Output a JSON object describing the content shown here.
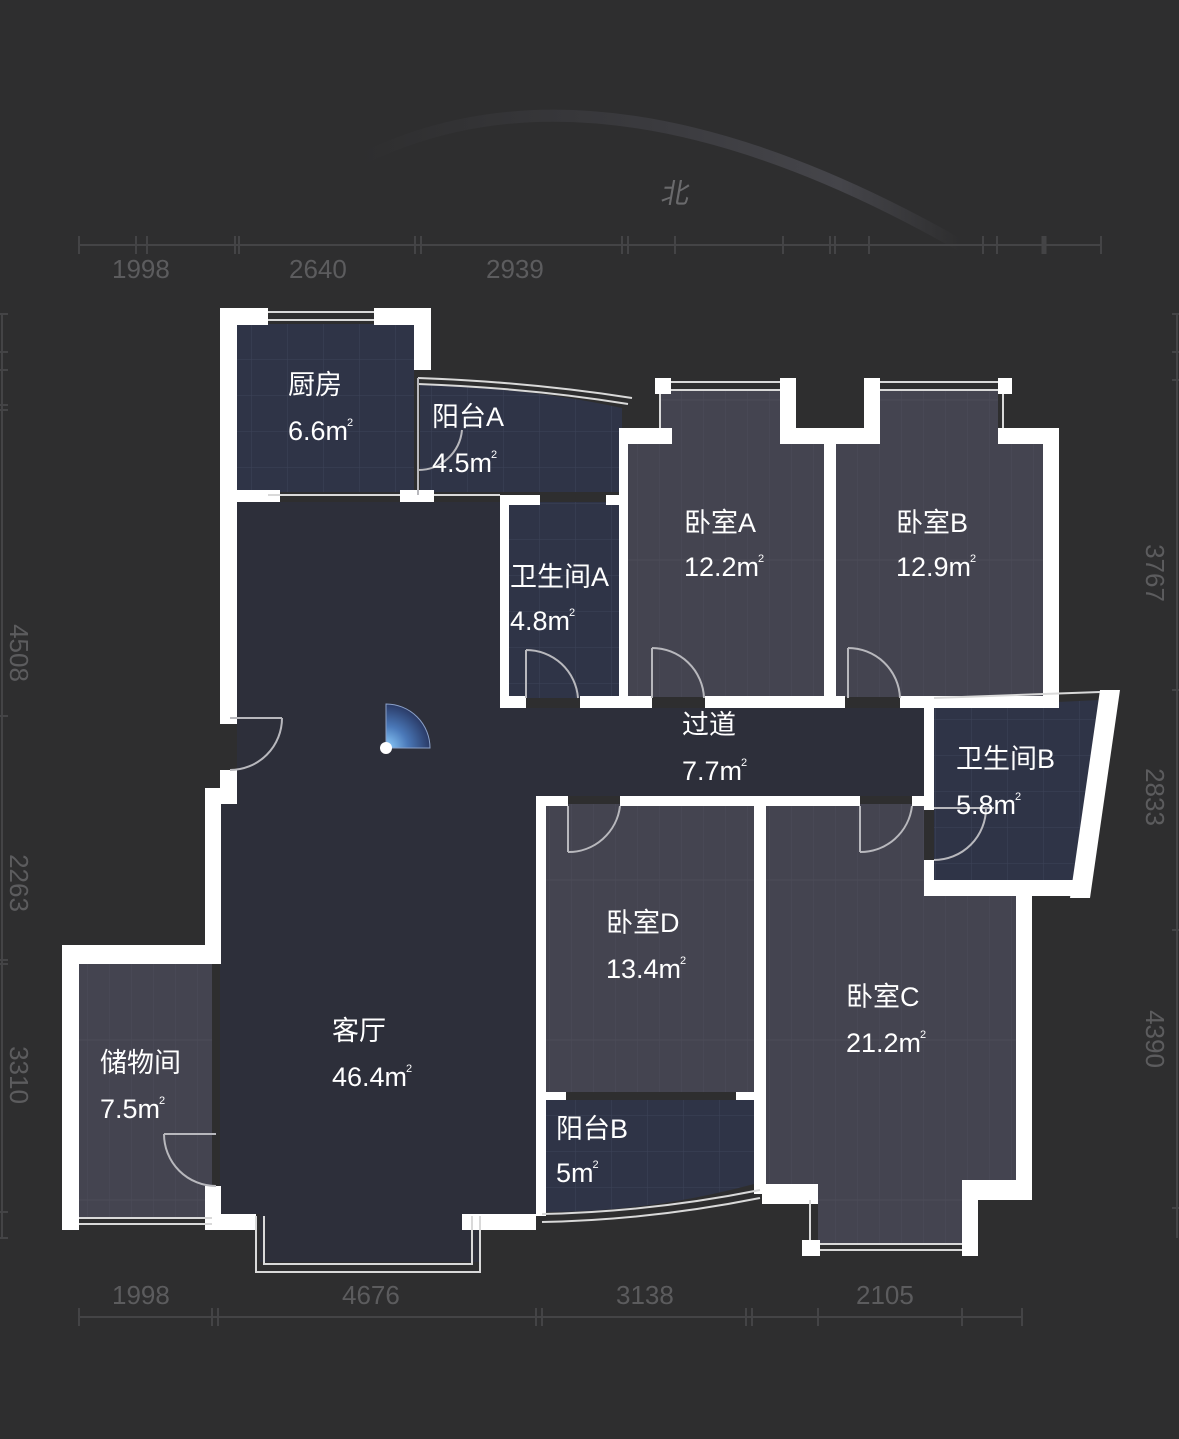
{
  "compass": {
    "label": "北",
    "icon": "north-arc-icon"
  },
  "dimensions": {
    "top": [
      "1998",
      "2640",
      "2939"
    ],
    "bottom": [
      "1998",
      "4676",
      "3138",
      "2105"
    ],
    "left": [
      "4508",
      "2263",
      "3310"
    ],
    "right": [
      "3767",
      "2833",
      "4390"
    ]
  },
  "area_unit": "m²",
  "rooms": {
    "kitchen": {
      "name": "厨房",
      "area": "6.6m"
    },
    "balcony_a": {
      "name": "阳台A",
      "area": "4.5m"
    },
    "bathroom_a": {
      "name": "卫生间A",
      "area": "4.8m"
    },
    "bedroom_a": {
      "name": "卧室A",
      "area": "12.2m"
    },
    "bedroom_b": {
      "name": "卧室B",
      "area": "12.9m"
    },
    "corridor": {
      "name": "过道",
      "area": "7.7m"
    },
    "bathroom_b": {
      "name": "卫生间B",
      "area": "5.8m"
    },
    "bedroom_d": {
      "name": "卧室D",
      "area": "13.4m"
    },
    "bedroom_c": {
      "name": "卧室C",
      "area": "21.2m"
    },
    "balcony_b": {
      "name": "阳台B",
      "area": "5m"
    },
    "living_room": {
      "name": "客厅",
      "area": "46.4m"
    },
    "storage": {
      "name": "储物间",
      "area": "7.5m"
    }
  },
  "sup": "²",
  "colors": {
    "background": "#2e2e2f",
    "wall": "#ffffff",
    "floor_tile": "#2f3447",
    "floor_wood": "#444450",
    "floor_living": "#2d2f3a",
    "dimension_text": "#5c5c5e",
    "viewpoint": "#5b9bd5"
  }
}
